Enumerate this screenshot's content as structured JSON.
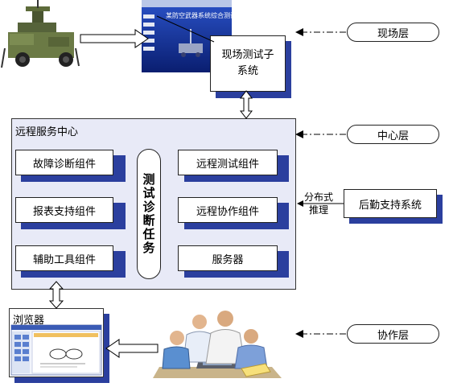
{
  "layers": {
    "field": "现场层",
    "center": "中心层",
    "collab": "协作层"
  },
  "field_subsystem": "现场测试子系统",
  "screen_title": "某防空武器系统综合测试系统",
  "remote_center": {
    "title": "远程服务中心",
    "left_components": [
      "故障诊断组件",
      "报表支持组件",
      "辅助工具组件"
    ],
    "right_components": [
      "远程测试组件",
      "远程协作组件",
      "服务器"
    ],
    "task": "测试诊断任务"
  },
  "logistics": "后勤支持系统",
  "distributed_reasoning": "分布式推理",
  "browser": "浏览器",
  "colors": {
    "shadow": "#2b3f9e",
    "panel": "#e8eaf7",
    "pill_border": "#222222",
    "arrow": "#000000"
  }
}
